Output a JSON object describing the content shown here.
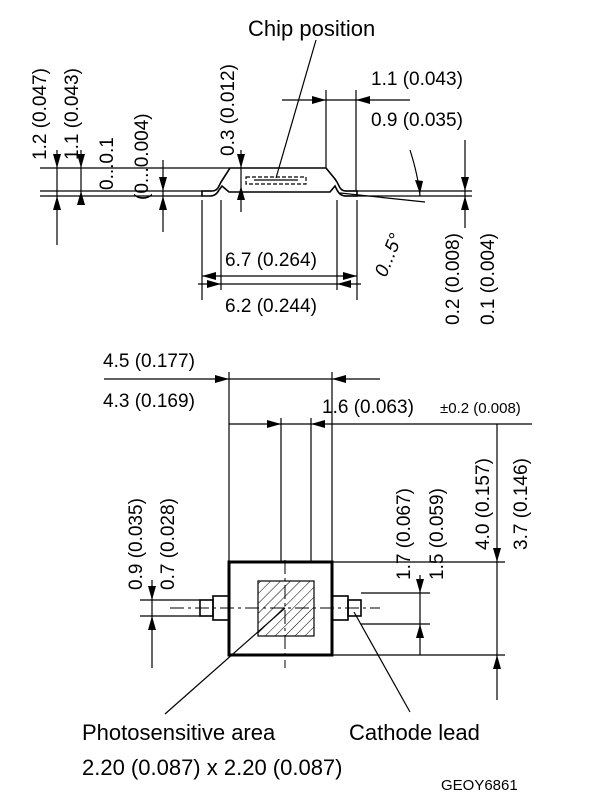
{
  "side_view": {
    "chip_position": "Chip position",
    "dim_1_2": "1.2 (0.047)",
    "dim_1_1": "1.1 (0.043)",
    "dim_0_0_1": "0...0.1",
    "dim_0_0_004": "(0...0.004)",
    "dim_0_3": "0.3 (0.012)",
    "dim_1_1_top": "1.1 (0.043)",
    "dim_0_9": "0.9 (0.035)",
    "dim_6_7": "6.7 (0.264)",
    "dim_6_2": "6.2 (0.244)",
    "angle": "0...5°",
    "dim_0_2": "0.2 (0.008)",
    "dim_0_1": "0.1 (0.004)"
  },
  "top_view": {
    "dim_4_5": "4.5 (0.177)",
    "dim_4_3": "4.3 (0.169)",
    "dim_1_6": "1.6 (0.063)",
    "dim_1_6_tol": "±0.2 (0.008)",
    "dim_4_0": "4.0 (0.157)",
    "dim_3_7": "3.7 (0.146)",
    "dim_0_9": "0.9 (0.035)",
    "dim_0_7": "0.7 (0.028)",
    "dim_1_7": "1.7 (0.067)",
    "dim_1_5": "1.5 (0.059)",
    "photosensitive_area": "Photosensitive area",
    "photosensitive_size": "2.20 (0.087) x 2.20 (0.087)",
    "cathode_lead": "Cathode lead"
  },
  "drawing_code": "GEOY6861"
}
